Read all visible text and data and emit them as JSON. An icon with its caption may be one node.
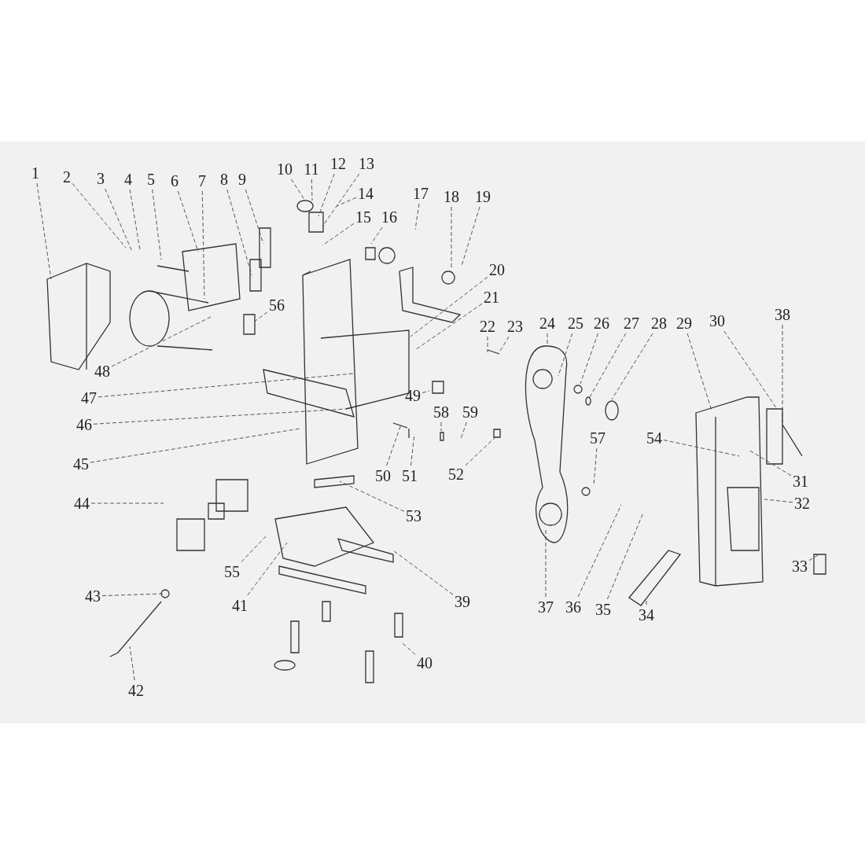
{
  "diagram": {
    "nodes": [
      {
        "text": [
          "1"
        ]
      },
      {
        "text": [
          "2"
        ]
      },
      {
        "text": [
          "3"
        ]
      },
      {
        "text": [
          "4"
        ]
      },
      {
        "text": [
          "5"
        ]
      },
      {
        "text": [
          "6"
        ]
      },
      {
        "text": [
          "7"
        ]
      },
      {
        "text": [
          "8"
        ]
      },
      {
        "text": [
          "9"
        ]
      },
      {
        "text": [
          "10"
        ]
      },
      {
        "text": [
          "11"
        ]
      },
      {
        "text": [
          "12"
        ]
      },
      {
        "text": [
          "13"
        ]
      },
      {
        "text": [
          "14"
        ]
      },
      {
        "text": [
          "15"
        ]
      },
      {
        "text": [
          "16"
        ]
      },
      {
        "text": [
          "17"
        ]
      },
      {
        "text": [
          "18"
        ]
      },
      {
        "text": [
          "19"
        ]
      },
      {
        "text": [
          "20"
        ]
      },
      {
        "text": [
          "21"
        ]
      },
      {
        "text": [
          "22"
        ]
      },
      {
        "text": [
          "23"
        ]
      },
      {
        "text": [
          "24"
        ]
      },
      {
        "text": [
          "25"
        ]
      },
      {
        "text": [
          "26"
        ]
      },
      {
        "text": [
          "27"
        ]
      },
      {
        "text": [
          "28"
        ]
      },
      {
        "text": [
          "29"
        ]
      },
      {
        "text": [
          "30"
        ]
      },
      {
        "text": [
          "31"
        ]
      },
      {
        "text": [
          "32"
        ]
      },
      {
        "text": [
          "33"
        ]
      },
      {
        "text": [
          "34"
        ]
      },
      {
        "text": [
          "35"
        ]
      },
      {
        "text": [
          "36"
        ]
      },
      {
        "text": [
          "37"
        ]
      },
      {
        "text": [
          "38"
        ]
      },
      {
        "text": [
          "39"
        ]
      },
      {
        "text": [
          "40"
        ]
      },
      {
        "text": [
          "41"
        ]
      },
      {
        "text": [
          "42"
        ]
      },
      {
        "text": [
          "43"
        ]
      },
      {
        "text": [
          "44"
        ]
      },
      {
        "text": [
          "45"
        ]
      },
      {
        "text": [
          "46"
        ]
      },
      {
        "text": [
          "47"
        ]
      },
      {
        "text": [
          "48"
        ]
      },
      {
        "text": [
          "49"
        ]
      },
      {
        "text": [
          "50"
        ]
      },
      {
        "text": [
          "51"
        ]
      },
      {
        "text": [
          "52"
        ]
      },
      {
        "text": [
          "53"
        ]
      },
      {
        "text": [
          "54"
        ]
      },
      {
        "text": [
          "55"
        ]
      },
      {
        "text": [
          "56"
        ]
      },
      {
        "text": [
          "57"
        ]
      },
      {
        "text": [
          "58"
        ]
      },
      {
        "text": [
          "59"
        ]
      }
    ],
    "edges": [
      {
        "from": 0,
        "to": null,
        "arrow": "none"
      },
      {
        "from": 1,
        "to": null,
        "arrow": "none"
      },
      {
        "from": 2,
        "to": null,
        "arrow": "none"
      },
      {
        "from": 3,
        "to": null,
        "arrow": "none"
      },
      {
        "from": 4,
        "to": null,
        "arrow": "none"
      },
      {
        "from": 5,
        "to": null,
        "arrow": "none"
      },
      {
        "from": 6,
        "to": null,
        "arrow": "none"
      },
      {
        "from": 7,
        "to": null,
        "arrow": "none"
      },
      {
        "from": 8,
        "to": null,
        "arrow": "none"
      },
      {
        "from": 9,
        "to": null,
        "arrow": "none"
      },
      {
        "from": 10,
        "to": null,
        "arrow": "none"
      },
      {
        "from": 11,
        "to": null,
        "arrow": "none"
      },
      {
        "from": 12,
        "to": null,
        "arrow": "none"
      },
      {
        "from": 13,
        "to": null,
        "arrow": "none"
      },
      {
        "from": 14,
        "to": null,
        "arrow": "none"
      },
      {
        "from": 15,
        "to": null,
        "arrow": "none"
      },
      {
        "from": 16,
        "to": null,
        "arrow": "none"
      },
      {
        "from": 17,
        "to": null,
        "arrow": "none"
      },
      {
        "from": 18,
        "to": null,
        "arrow": "none"
      },
      {
        "from": 19,
        "to": null,
        "arrow": "none"
      },
      {
        "from": 20,
        "to": null,
        "arrow": "none"
      },
      {
        "from": 21,
        "to": null,
        "arrow": "none"
      },
      {
        "from": 22,
        "to": null,
        "arrow": "none"
      },
      {
        "from": 23,
        "to": null,
        "arrow": "none"
      },
      {
        "from": 24,
        "to": null,
        "arrow": "none"
      },
      {
        "from": 25,
        "to": null,
        "arrow": "none"
      },
      {
        "from": 26,
        "to": null,
        "arrow": "none"
      },
      {
        "from": 27,
        "to": null,
        "arrow": "none"
      },
      {
        "from": 28,
        "to": null,
        "arrow": "none"
      },
      {
        "from": 29,
        "to": null,
        "arrow": "none"
      },
      {
        "from": 30,
        "to": null,
        "arrow": "none"
      },
      {
        "from": 31,
        "to": null,
        "arrow": "none"
      },
      {
        "from": 32,
        "to": null,
        "arrow": "none"
      },
      {
        "from": 33,
        "to": null,
        "arrow": "none"
      },
      {
        "from": 34,
        "to": null,
        "arrow": "none"
      },
      {
        "from": 35,
        "to": null,
        "arrow": "none"
      },
      {
        "from": 36,
        "to": null,
        "arrow": "none"
      },
      {
        "from": 37,
        "to": null,
        "arrow": "none"
      },
      {
        "from": 38,
        "to": null,
        "arrow": "none"
      },
      {
        "from": 39,
        "to": null,
        "arrow": "none"
      },
      {
        "from": 40,
        "to": null,
        "arrow": "none"
      },
      {
        "from": 41,
        "to": null,
        "arrow": "none"
      },
      {
        "from": 42,
        "to": null,
        "arrow": "none"
      },
      {
        "from": 43,
        "to": null,
        "arrow": "none"
      },
      {
        "from": 44,
        "to": null,
        "arrow": "none"
      },
      {
        "from": 45,
        "to": null,
        "arrow": "none"
      },
      {
        "from": 46,
        "to": null,
        "arrow": "none"
      },
      {
        "from": 47,
        "to": null,
        "arrow": "none"
      },
      {
        "from": 48,
        "to": null,
        "arrow": "none"
      },
      {
        "from": 49,
        "to": null,
        "arrow": "none"
      },
      {
        "from": 50,
        "to": null,
        "arrow": "none"
      },
      {
        "from": 51,
        "to": null,
        "arrow": "none"
      },
      {
        "from": 52,
        "to": null,
        "arrow": "none"
      },
      {
        "from": 53,
        "to": null,
        "arrow": "none"
      },
      {
        "from": 54,
        "to": null,
        "arrow": "none"
      },
      {
        "from": 55,
        "to": null,
        "arrow": "none"
      },
      {
        "from": 56,
        "to": null,
        "arrow": "none"
      },
      {
        "from": 57,
        "to": null,
        "arrow": "none"
      },
      {
        "from": 58,
        "to": null,
        "arrow": "none"
      }
    ]
  }
}
